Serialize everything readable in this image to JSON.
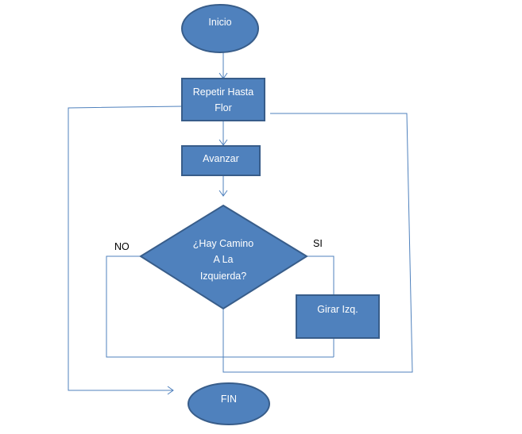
{
  "diagram": {
    "shape_fill": "#4f81bd",
    "shape_stroke": "#385d8a",
    "connector_color": "#4f81bd",
    "nodes": {
      "start": {
        "label": "Inicio"
      },
      "loop": {
        "line1": "Repetir Hasta",
        "line2": "Flor"
      },
      "advance": {
        "label": "Avanzar"
      },
      "decision": {
        "line1": "¿Hay Camino",
        "line2": "A La",
        "line3": "Izquierda?"
      },
      "turn_left": {
        "label": "Girar Izq."
      },
      "end": {
        "label": "FIN"
      }
    },
    "edge_labels": {
      "no": "NO",
      "yes": "SI"
    }
  }
}
